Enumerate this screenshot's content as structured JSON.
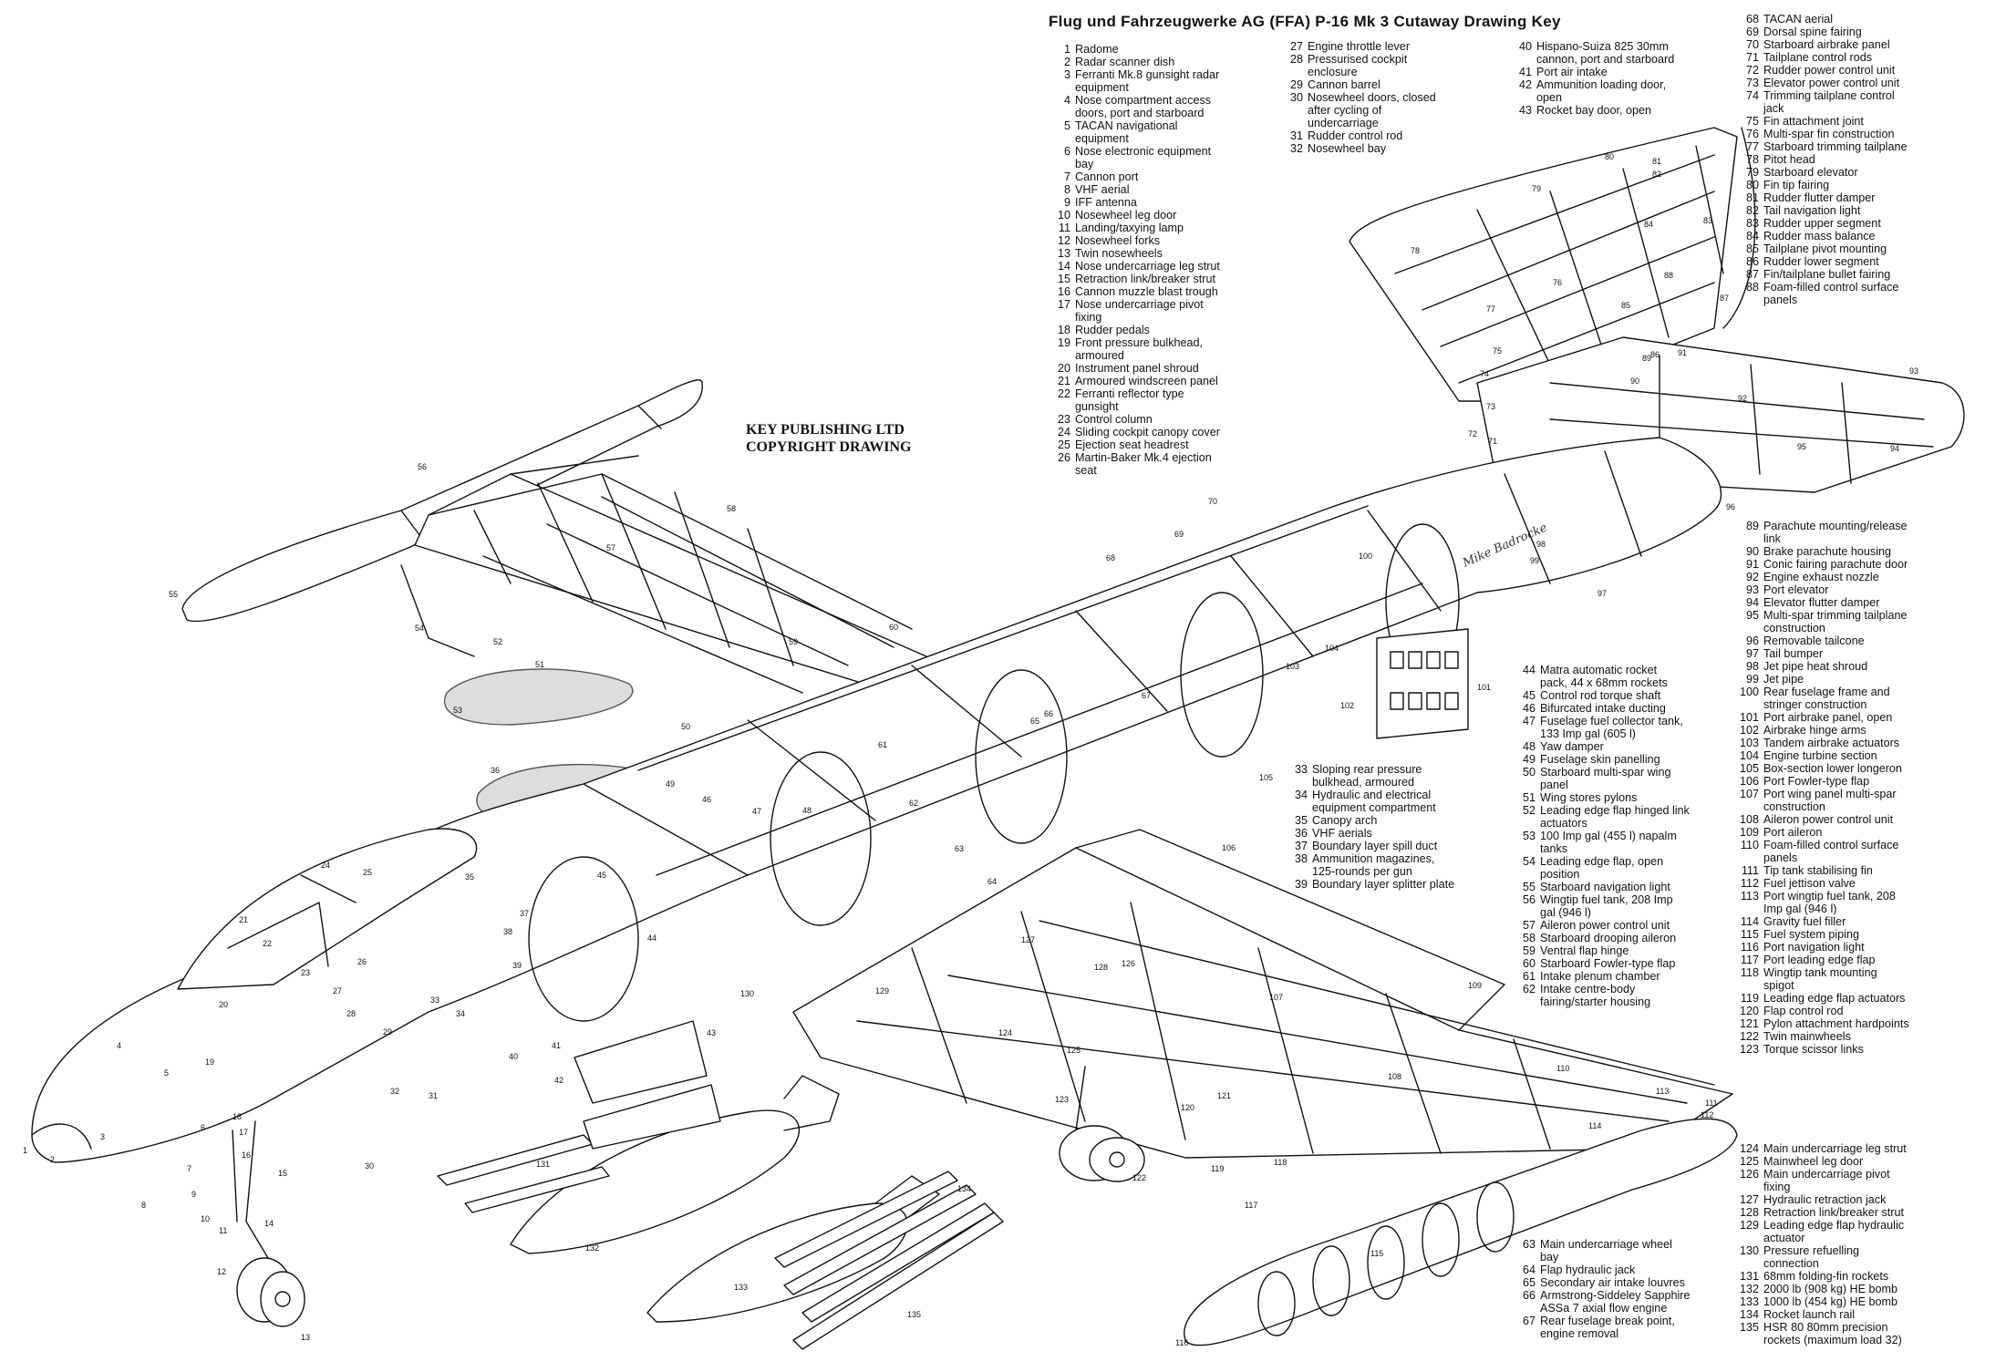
{
  "title": "Flug und Fahrzeugwerke  AG (FFA) P-16 Mk 3  Cutaway Drawing Key",
  "copyright": "KEY PUBLISHING LTD\nCOPYRIGHT DRAWING",
  "signature": "Mike Badrocke",
  "key_columns": [
    {
      "items": [
        {
          "n": "1",
          "t": "Radome"
        },
        {
          "n": "2",
          "t": "Radar scanner dish"
        },
        {
          "n": "3",
          "t": "Ferranti Mk.8 gunsight radar\nequipment"
        },
        {
          "n": "4",
          "t": "Nose compartment access\ndoors, port and starboard"
        },
        {
          "n": "5",
          "t": "TACAN navigational\nequipment"
        },
        {
          "n": "6",
          "t": "Nose electronic equipment\nbay"
        },
        {
          "n": "7",
          "t": "Cannon port"
        },
        {
          "n": "8",
          "t": "VHF aerial"
        },
        {
          "n": "9",
          "t": "IFF antenna"
        },
        {
          "n": "10",
          "t": "Nosewheel leg door"
        },
        {
          "n": "11",
          "t": "Landing/taxying lamp"
        },
        {
          "n": "12",
          "t": "Nosewheel forks"
        },
        {
          "n": "13",
          "t": "Twin nosewheels"
        },
        {
          "n": "14",
          "t": "Nose undercarriage leg strut"
        },
        {
          "n": "15",
          "t": "Retraction link/breaker strut"
        },
        {
          "n": "16",
          "t": "Cannon muzzle blast trough"
        },
        {
          "n": "17",
          "t": "Nose undercarriage pivot\nfixing"
        },
        {
          "n": "18",
          "t": "Rudder pedals"
        },
        {
          "n": "19",
          "t": "Front pressure bulkhead,\narmoured"
        },
        {
          "n": "20",
          "t": "Instrument panel shroud"
        },
        {
          "n": "21",
          "t": "Armoured windscreen panel"
        },
        {
          "n": "22",
          "t": "Ferranti reflector type\ngunsight"
        },
        {
          "n": "23",
          "t": "Control column"
        },
        {
          "n": "24",
          "t": "Sliding cockpit canopy cover"
        },
        {
          "n": "25",
          "t": "Ejection seat headrest"
        },
        {
          "n": "26",
          "t": "Martin-Baker Mk.4 ejection\nseat"
        }
      ]
    },
    {
      "items": [
        {
          "n": "27",
          "t": "Engine throttle lever"
        },
        {
          "n": "28",
          "t": "Pressurised cockpit\nenclosure"
        },
        {
          "n": "29",
          "t": "Cannon barrel"
        },
        {
          "n": "30",
          "t": "Nosewheel doors, closed\nafter cycling of\nundercarriage"
        },
        {
          "n": "31",
          "t": "Rudder control rod"
        },
        {
          "n": "32",
          "t": "Nosewheel bay"
        }
      ]
    },
    {
      "items": [
        {
          "n": "40",
          "t": "Hispano-Suiza 825 30mm\ncannon, port and starboard"
        },
        {
          "n": "41",
          "t": "Port air intake"
        },
        {
          "n": "42",
          "t": "Ammunition loading door,\nopen"
        },
        {
          "n": "43",
          "t": "Rocket bay door, open"
        }
      ]
    },
    {
      "items": [
        {
          "n": "68",
          "t": "TACAN aerial"
        },
        {
          "n": "69",
          "t": "Dorsal spine fairing"
        },
        {
          "n": "70",
          "t": "Starboard airbrake panel"
        },
        {
          "n": "71",
          "t": "Tailplane control rods"
        },
        {
          "n": "72",
          "t": "Rudder power control unit"
        },
        {
          "n": "73",
          "t": "Elevator power control unit"
        },
        {
          "n": "74",
          "t": "Trimming tailplane control\njack"
        },
        {
          "n": "75",
          "t": "Fin attachment joint"
        },
        {
          "n": "76",
          "t": "Multi-spar fin construction"
        },
        {
          "n": "77",
          "t": "Starboard trimming tailplane"
        },
        {
          "n": "78",
          "t": "Pitot head"
        },
        {
          "n": "79",
          "t": "Starboard elevator"
        },
        {
          "n": "80",
          "t": "Fin tip fairing"
        },
        {
          "n": "81",
          "t": "Rudder flutter damper"
        },
        {
          "n": "82",
          "t": "Tail navigation light"
        },
        {
          "n": "83",
          "t": "Rudder upper segment"
        },
        {
          "n": "84",
          "t": "Rudder mass balance"
        },
        {
          "n": "85",
          "t": "Tailplane pivot mounting"
        },
        {
          "n": "86",
          "t": "Rudder lower segment"
        },
        {
          "n": "87",
          "t": "Fin/tailplane bullet fairing"
        },
        {
          "n": "88",
          "t": "Foam-filled control surface\npanels"
        }
      ]
    },
    {
      "items": [
        {
          "n": "89",
          "t": "Parachute mounting/release\nlink"
        },
        {
          "n": "90",
          "t": "Brake parachute housing"
        },
        {
          "n": "91",
          "t": "Conic fairing parachute door"
        },
        {
          "n": "92",
          "t": "Engine exhaust nozzle"
        },
        {
          "n": "93",
          "t": "Port elevator"
        },
        {
          "n": "94",
          "t": "Elevator flutter damper"
        },
        {
          "n": "95",
          "t": "Multi-spar trimming tailplane\nconstruction"
        },
        {
          "n": "96",
          "t": "Removable tailcone"
        },
        {
          "n": "97",
          "t": "Tail bumper"
        },
        {
          "n": "98",
          "t": "Jet pipe heat shroud"
        },
        {
          "n": "99",
          "t": "Jet pipe"
        },
        {
          "n": "100",
          "t": "Rear fuselage frame and\nstringer construction"
        },
        {
          "n": "101",
          "t": "Port airbrake panel, open"
        },
        {
          "n": "102",
          "t": "Airbrake hinge arms"
        },
        {
          "n": "103",
          "t": "Tandem airbrake actuators"
        },
        {
          "n": "104",
          "t": "Engine turbine section"
        },
        {
          "n": "105",
          "t": "Box-section lower longeron"
        },
        {
          "n": "106",
          "t": "Port Fowler-type flap"
        },
        {
          "n": "107",
          "t": "Port wing panel multi-spar\nconstruction"
        },
        {
          "n": "108",
          "t": "Aileron power control unit"
        },
        {
          "n": "109",
          "t": "Port aileron"
        },
        {
          "n": "110",
          "t": "Foam-filled control surface\npanels"
        },
        {
          "n": "111",
          "t": "Tip tank stabilising fin"
        },
        {
          "n": "112",
          "t": "Fuel jettison valve"
        },
        {
          "n": "113",
          "t": "Port wingtip fuel tank, 208\nImp gal (946 l)"
        },
        {
          "n": "114",
          "t": "Gravity fuel filler"
        },
        {
          "n": "115",
          "t": "Fuel system piping"
        },
        {
          "n": "116",
          "t": "Port navigation light"
        },
        {
          "n": "117",
          "t": "Port leading edge flap"
        },
        {
          "n": "118",
          "t": "Wingtip tank mounting\nspigot"
        },
        {
          "n": "119",
          "t": "Leading edge flap actuators"
        },
        {
          "n": "120",
          "t": "Flap control rod"
        },
        {
          "n": "121",
          "t": "Pylon attachment hardpoints"
        },
        {
          "n": "122",
          "t": "Twin mainwheels"
        },
        {
          "n": "123",
          "t": "Torque scissor links"
        }
      ]
    },
    {
      "items": [
        {
          "n": "44",
          "t": "Matra automatic rocket\npack, 44 x 68mm rockets"
        },
        {
          "n": "45",
          "t": "Control rod torque shaft"
        },
        {
          "n": "46",
          "t": "Bifurcated intake ducting"
        },
        {
          "n": "47",
          "t": "Fuselage fuel collector tank,\n133 Imp gal (605 l)"
        },
        {
          "n": "48",
          "t": "Yaw damper"
        },
        {
          "n": "49",
          "t": "Fuselage skin panelling"
        },
        {
          "n": "50",
          "t": "Starboard multi-spar wing\npanel"
        },
        {
          "n": "51",
          "t": "Wing stores pylons"
        },
        {
          "n": "52",
          "t": "Leading edge flap hinged link\nactuators"
        },
        {
          "n": "53",
          "t": "100 Imp gal (455 l) napalm\ntanks"
        },
        {
          "n": "54",
          "t": "Leading edge flap, open\nposition"
        },
        {
          "n": "55",
          "t": "Starboard navigation light"
        },
        {
          "n": "56",
          "t": "Wingtip fuel tank, 208 Imp\ngal (946 l)"
        },
        {
          "n": "57",
          "t": "Aileron power control unit"
        },
        {
          "n": "58",
          "t": "Starboard drooping aileron"
        },
        {
          "n": "59",
          "t": "Ventral flap hinge"
        },
        {
          "n": "60",
          "t": "Starboard Fowler-type flap"
        },
        {
          "n": "61",
          "t": "Intake plenum chamber"
        },
        {
          "n": "62",
          "t": "Intake centre-body\nfairing/starter housing"
        }
      ]
    },
    {
      "items": [
        {
          "n": "33",
          "t": "Sloping rear pressure\nbulkhead, armoured"
        },
        {
          "n": "34",
          "t": "Hydraulic and electrical\nequipment compartment"
        },
        {
          "n": "35",
          "t": "Canopy arch"
        },
        {
          "n": "36",
          "t": "VHF aerials"
        },
        {
          "n": "37",
          "t": "Boundary layer spill duct"
        },
        {
          "n": "38",
          "t": "Ammunition magazines,\n125-rounds per gun"
        },
        {
          "n": "39",
          "t": "Boundary layer splitter plate"
        }
      ]
    },
    {
      "items": [
        {
          "n": "63",
          "t": "Main undercarriage wheel\nbay"
        },
        {
          "n": "64",
          "t": "Flap hydraulic jack"
        },
        {
          "n": "65",
          "t": "Secondary air intake louvres"
        },
        {
          "n": "66",
          "t": "Armstrong-Siddeley Sapphire\nASSa 7 axial flow engine"
        },
        {
          "n": "67",
          "t": "Rear fuselage break point,\nengine removal"
        }
      ]
    },
    {
      "items": [
        {
          "n": "124",
          "t": "Main undercarriage leg strut"
        },
        {
          "n": "125",
          "t": "Mainwheel leg door"
        },
        {
          "n": "126",
          "t": "Main undercarriage pivot\nfixing"
        },
        {
          "n": "127",
          "t": "Hydraulic retraction jack"
        },
        {
          "n": "128",
          "t": "Retraction link/breaker strut"
        },
        {
          "n": "129",
          "t": "Leading edge flap hydraulic\nactuator"
        },
        {
          "n": "130",
          "t": "Pressure refuelling\nconnection"
        },
        {
          "n": "131",
          "t": "68mm folding-fin rockets"
        },
        {
          "n": "132",
          "t": "2000 lb (908 kg) HE bomb"
        },
        {
          "n": "133",
          "t": "1000 lb (454 kg) HE bomb"
        },
        {
          "n": "134",
          "t": "Rocket launch rail"
        },
        {
          "n": "135",
          "t": "HSR 80 80mm precision\nrockets (maximum load 32)"
        }
      ]
    }
  ],
  "callouts": [
    "1",
    "2",
    "3",
    "4",
    "5",
    "6",
    "7",
    "8",
    "9",
    "10",
    "11",
    "12",
    "13",
    "14",
    "15",
    "16",
    "17",
    "18",
    "19",
    "20",
    "21",
    "22",
    "23",
    "24",
    "25",
    "26",
    "27",
    "28",
    "29",
    "30",
    "31",
    "32",
    "33",
    "34",
    "35",
    "36",
    "37",
    "38",
    "39",
    "40",
    "41",
    "42",
    "43",
    "44",
    "45",
    "46",
    "47",
    "48",
    "49",
    "50",
    "51",
    "52",
    "53",
    "54",
    "55",
    "56",
    "57",
    "58",
    "59",
    "60",
    "61",
    "62",
    "63",
    "64",
    "65",
    "66",
    "67",
    "68",
    "69",
    "70",
    "71",
    "72",
    "73",
    "74",
    "75",
    "76",
    "77",
    "78",
    "79",
    "80",
    "81",
    "82",
    "83",
    "84",
    "85",
    "86",
    "87",
    "88",
    "89",
    "90",
    "91",
    "92",
    "93",
    "94",
    "95",
    "96",
    "97",
    "98",
    "99",
    "100",
    "101",
    "102",
    "103",
    "104",
    "105",
    "106",
    "107",
    "108",
    "109",
    "110",
    "111",
    "112",
    "113",
    "114",
    "115",
    "116",
    "117",
    "118",
    "119",
    "120",
    "121",
    "122",
    "123",
    "124",
    "125",
    "126",
    "127",
    "128",
    "129",
    "130",
    "131",
    "132",
    "133",
    "134",
    "135"
  ]
}
